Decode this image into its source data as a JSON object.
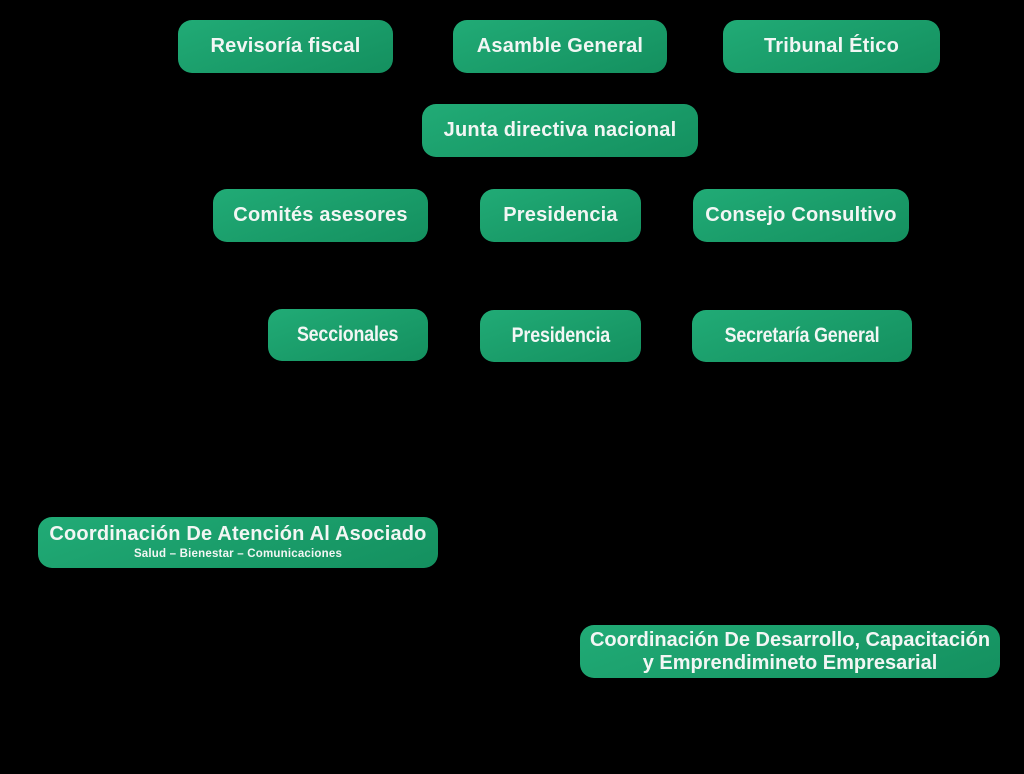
{
  "colors": {
    "background": "#000000",
    "node_green_light": "#21ab76",
    "node_green_dark": "#14905f",
    "node_text": "#f2f6f4"
  },
  "org_chart": {
    "nodes": {
      "revisoria_fiscal": "Revisoría fiscal",
      "asamble_general": "Asamble General",
      "tribunal_etico": "Tribunal Ético",
      "junta_directiva": "Junta directiva nacional",
      "comites_asesores": "Comités asesores",
      "presidencia_row3": "Presidencia",
      "consejo_consultivo": "Consejo Consultivo",
      "seccionales": "Seccionales",
      "presidencia_row4": "Presidencia",
      "secretaria_general": "Secretaría General",
      "coordinacion_atencion": {
        "title": "Coordinación De Atención Al Asociado",
        "subtitle": "Salud – Bienestar – Comunicaciones"
      },
      "coordinacion_desarrollo": {
        "line1": "Coordinación De Desarrollo, Capacitación",
        "line2": "y Emprendimineto Empresarial"
      }
    }
  }
}
